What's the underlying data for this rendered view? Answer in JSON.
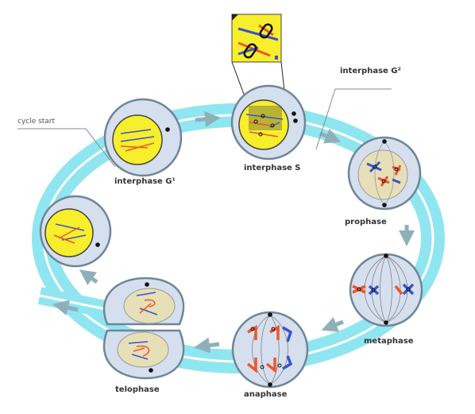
{
  "labels": {
    "cycle_start": "cycle start",
    "interphase_g1": "interphase G¹",
    "interphase_s": "interphase S",
    "interphase_g2": "interphase G²",
    "prophase": "prophase",
    "metaphase": "metaphase",
    "anaphase": "anaphase",
    "telophase": "telophase"
  },
  "colors": {
    "ring": "#8fe6f0",
    "ring_stripe": "#ffffff",
    "arrow": "#8fb0b8",
    "cell_fill": "#d6dfee",
    "cell_stroke": "#6e8697",
    "nucleus_yellow": "#f7ee2c",
    "nucleus_tan": "#e6dfb8",
    "chromosome_blue": "#3a55c9",
    "chromosome_orange": "#f0552a",
    "centrosome": "#111111"
  }
}
